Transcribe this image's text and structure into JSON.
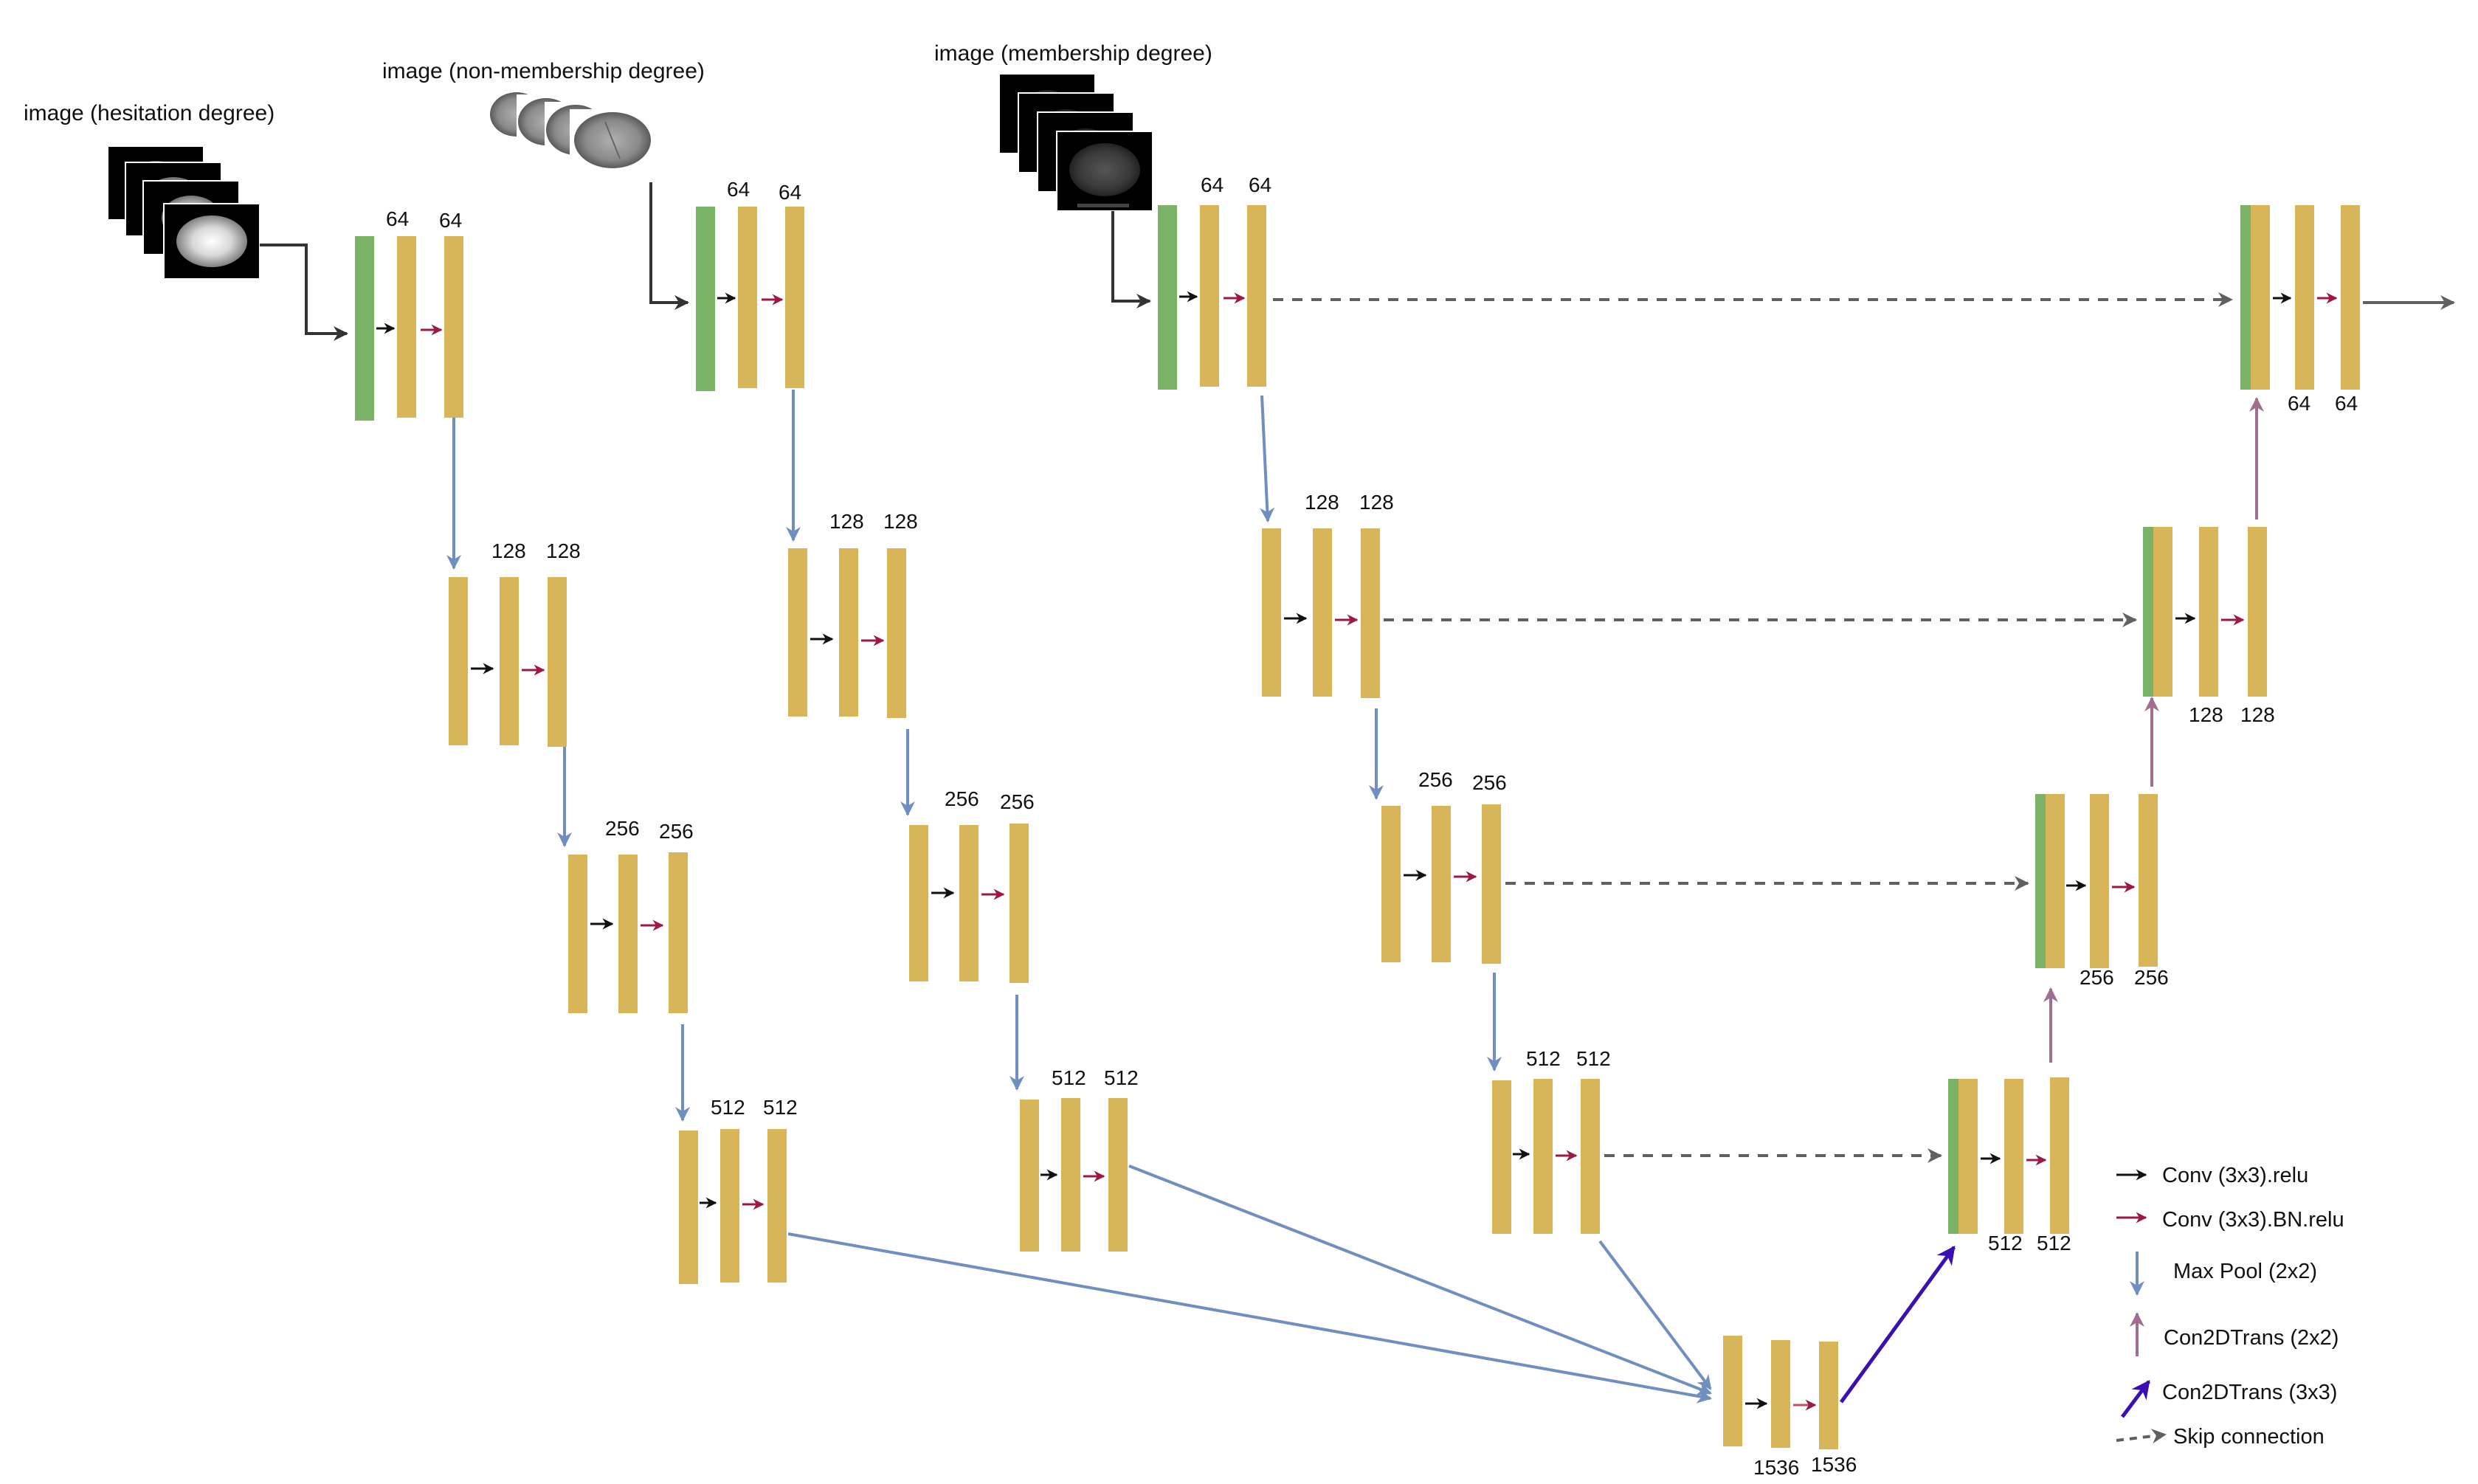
{
  "inputs": {
    "hesitation": {
      "label": "image (hesitation degree)"
    },
    "non_membership": {
      "label": "image (non-membership degree)"
    },
    "membership": {
      "label": "image (membership degree)"
    }
  },
  "channels": {
    "e1": [
      "64",
      "64"
    ],
    "e2": [
      "128",
      "128"
    ],
    "e3": [
      "256",
      "256"
    ],
    "e4": [
      "512",
      "512"
    ],
    "f1": [
      "64",
      "64"
    ],
    "f2": [
      "128",
      "128"
    ],
    "f3": [
      "256",
      "256"
    ],
    "f4": [
      "512",
      "512"
    ],
    "g1": [
      "64",
      "64"
    ],
    "g2": [
      "128",
      "128"
    ],
    "g3": [
      "256",
      "256"
    ],
    "g4": [
      "512",
      "512"
    ],
    "bottleneck": [
      "1536",
      "1536"
    ],
    "d4": [
      "512",
      "512"
    ],
    "d3": [
      "256",
      "256"
    ],
    "d2": [
      "128",
      "128"
    ],
    "d1": [
      "64",
      "64"
    ]
  },
  "legend": {
    "conv_relu": "Conv (3x3).relu",
    "conv_bn_relu": "Conv (3x3).BN.relu",
    "max_pool": "Max Pool (2x2)",
    "conv2dtrans_2x2": "Con2DTrans (2x2)",
    "conv2dtrans_3x3": "Con2DTrans (3x3)",
    "skip": "Skip connection"
  },
  "colors": {
    "feature_map": "#D9B55A",
    "input_map": "#7BB366",
    "conv_relu_arrow": "#111111",
    "conv_bn_relu_arrow": "#9B1848",
    "max_pool_arrow": "#6E8FBF",
    "conv2dtrans_2x2_arrow": "#A06E90",
    "conv2dtrans_3x3_arrow": "#3A10B0",
    "skip_arrow": "#606060"
  }
}
